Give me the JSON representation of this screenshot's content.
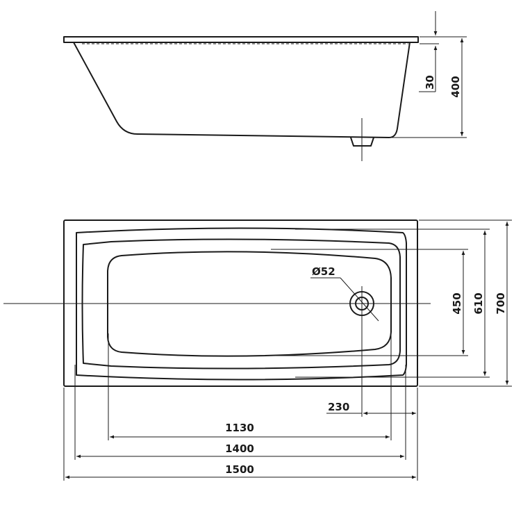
{
  "dimensions": {
    "rim_drop": "30",
    "height": "400",
    "drain_diameter": "Ø52",
    "bottom_width": "450",
    "inner_width": "610",
    "outer_width": "700",
    "drain_offset": "230",
    "bottom_length": "1130",
    "inner_length": "1400",
    "outer_length": "1500"
  }
}
